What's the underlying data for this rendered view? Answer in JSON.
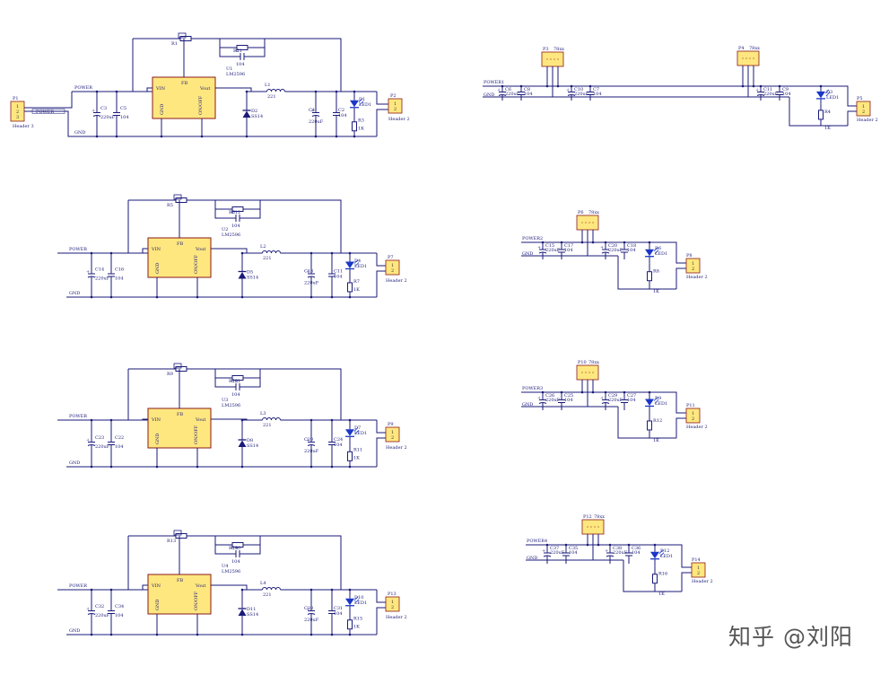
{
  "colors": {
    "wire": "#1a1a7a",
    "component": "#1a1a7a",
    "ic_fill": "#ffe77f",
    "ic_stroke": "#8a1a1a",
    "header_fill": "#ffe77f",
    "led": "#1a37c8",
    "background": "#ffffff",
    "watermark": "#555555"
  },
  "watermark": "知乎 @刘阳",
  "schematics": {
    "buck": [
      {
        "ic": {
          "designator": "U1",
          "part": "LM2596",
          "pins": {
            "vin": "VIN",
            "vout": "Vout",
            "gnd": "GND",
            "onoff": "ON/OFF",
            "fb": "FB"
          }
        },
        "nets": {
          "power": "POWER",
          "gnd": "GND"
        },
        "input_header": {
          "designator": "P1",
          "name": "Header 3",
          "net": "POWER"
        },
        "output_header": {
          "designator": "P2",
          "name": "Header 2"
        },
        "r_top": "R1",
        "r_fb": "R2",
        "c_fb": "C1",
        "c_fb_val": "104",
        "c_in1": "C3",
        "c_in1_val": "220uF",
        "c_in2": "C5",
        "c_in2_val": "104",
        "inductor": "L1",
        "inductor_val": "221",
        "diode": "D2",
        "diode_val": "SS14",
        "c_out1": "C4",
        "c_out1_val": "220uF",
        "c_out2": "C2",
        "c_out2_val": "104",
        "led": "D1",
        "led_val": "LED1",
        "r_led": "R3",
        "r_led_val": "1K"
      },
      {
        "ic": {
          "designator": "U2",
          "part": "LM2596",
          "pins": {
            "vin": "VIN",
            "vout": "Vout",
            "gnd": "GND",
            "onoff": "ON/OFF",
            "fb": "FB"
          }
        },
        "nets": {
          "power": "POWER",
          "gnd": "GND"
        },
        "input_header": null,
        "output_header": {
          "designator": "P7",
          "name": "Header 2"
        },
        "r_top": "R5",
        "r_fb": "R6",
        "c_fb": "C12",
        "c_fb_val": "104",
        "c_in1": "C14",
        "c_in1_val": "220uF",
        "c_in2": "C16",
        "c_in2_val": "104",
        "inductor": "L2",
        "inductor_val": "221",
        "diode": "D5",
        "diode_val": "SS14",
        "c_out1": "C13",
        "c_out1_val": "220uF",
        "c_out2": "C11",
        "c_out2_val": "104",
        "led": "D4",
        "led_val": "LED1",
        "r_led": "R7",
        "r_led_val": "1K"
      },
      {
        "ic": {
          "designator": "U3",
          "part": "LM2596",
          "pins": {
            "vin": "VIN",
            "vout": "Vout",
            "gnd": "GND",
            "onoff": "ON/OFF",
            "fb": "FB"
          }
        },
        "nets": {
          "power": "POWER",
          "gnd": "GND"
        },
        "input_header": null,
        "output_header": {
          "designator": "P9",
          "name": "Header 2"
        },
        "r_top": "R9",
        "r_fb": "R10",
        "c_fb": "C21",
        "c_fb_val": "104",
        "c_in1": "C23",
        "c_in1_val": "220uF",
        "c_in2": "C22",
        "c_in2_val": "104",
        "inductor": "L3",
        "inductor_val": "221",
        "diode": "D8",
        "diode_val": "SS14",
        "c_out1": "C20",
        "c_out1_val": "220uF",
        "c_out2": "C24",
        "c_out2_val": "104",
        "led": "D7",
        "led_val": "LED1",
        "r_led": "R11",
        "r_led_val": "1K"
      },
      {
        "ic": {
          "designator": "U4",
          "part": "LM2596",
          "pins": {
            "vin": "VIN",
            "vout": "Vout",
            "gnd": "GND",
            "onoff": "ON/OFF",
            "fb": "FB"
          }
        },
        "nets": {
          "power": "POWER",
          "gnd": "GND"
        },
        "input_header": null,
        "output_header": {
          "designator": "P13",
          "name": "Header 2"
        },
        "r_top": "R13",
        "r_fb": "R14",
        "c_fb": "C30",
        "c_fb_val": "104",
        "c_in1": "C32",
        "c_in1_val": "220uF",
        "c_in2": "C34",
        "c_in2_val": "104",
        "inductor": "L4",
        "inductor_val": "221",
        "diode": "D11",
        "diode_val": "SS14",
        "c_out1": "C33",
        "c_out1_val": "220uF",
        "c_out2": "C31",
        "c_out2_val": "104",
        "led": "D10",
        "led_val": "LED1",
        "r_led": "R15",
        "r_led_val": "1K"
      }
    ],
    "linear": [
      {
        "nets": {
          "power": "POWER1",
          "gnd": "GND"
        },
        "regulators": [
          {
            "designator": "P3",
            "part": "78xx"
          },
          {
            "designator": "P4",
            "part": "78xx"
          }
        ],
        "caps": [
          {
            "ref": "C6",
            "val": "220uF"
          },
          {
            "ref": "C8",
            "val": "104"
          },
          {
            "ref": "C10",
            "val": "220uF"
          },
          {
            "ref": "C7",
            "val": "104"
          },
          {
            "ref": "C11",
            "val": "220uF"
          },
          {
            "ref": "C9",
            "val": "104"
          }
        ],
        "led": "D3",
        "led_val": "LED1",
        "r_led": "R4",
        "r_led_val": "1K",
        "header": {
          "designator": "P5",
          "name": "Header 2"
        }
      },
      {
        "nets": {
          "power": "POWER2",
          "gnd": "GND"
        },
        "regulators": [
          {
            "designator": "P6",
            "part": "78xx"
          }
        ],
        "caps": [
          {
            "ref": "C15",
            "val": "220uF"
          },
          {
            "ref": "C17",
            "val": "104"
          },
          {
            "ref": "C20",
            "val": "220uF"
          },
          {
            "ref": "C18",
            "val": "104"
          }
        ],
        "led": "D6",
        "led_val": "LED1",
        "r_led": "R8",
        "r_led_val": "1K",
        "header": {
          "designator": "P8",
          "name": "Header 2"
        }
      },
      {
        "nets": {
          "power": "POWER3",
          "gnd": "GND"
        },
        "regulators": [
          {
            "designator": "P10",
            "part": "78xx"
          }
        ],
        "caps": [
          {
            "ref": "C26",
            "val": "220uF"
          },
          {
            "ref": "C25",
            "val": "104"
          },
          {
            "ref": "C29",
            "val": "220uF"
          },
          {
            "ref": "C27",
            "val": "104"
          }
        ],
        "led": "D9",
        "led_val": "LED1",
        "r_led": "R12",
        "r_led_val": "1K",
        "header": {
          "designator": "P11",
          "name": "Header 2"
        }
      },
      {
        "nets": {
          "power": "POWER4",
          "gnd": "GND"
        },
        "regulators": [
          {
            "designator": "P12",
            "part": "78xx"
          }
        ],
        "caps": [
          {
            "ref": "C37",
            "val": "220uF"
          },
          {
            "ref": "C35",
            "val": "104"
          },
          {
            "ref": "C38",
            "val": "220uF"
          },
          {
            "ref": "C36",
            "val": "104"
          }
        ],
        "led": "D12",
        "led_val": "LED1",
        "r_led": "R16",
        "r_led_val": "1K",
        "header": {
          "designator": "P14",
          "name": "Header 2"
        }
      }
    ]
  }
}
